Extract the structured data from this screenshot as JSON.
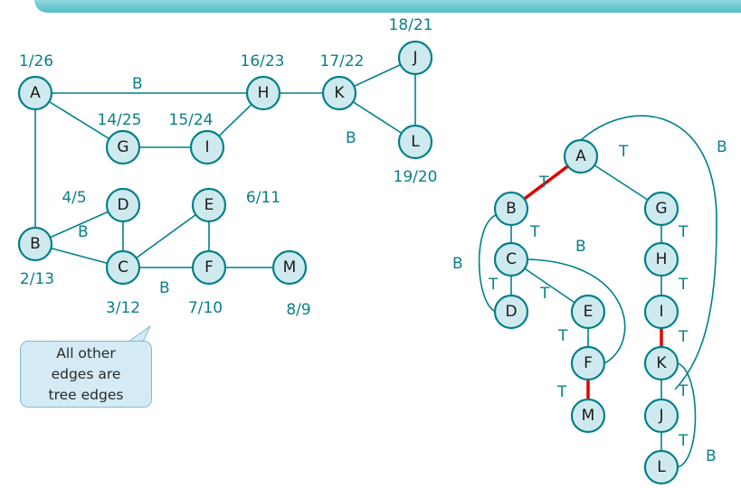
{
  "graph": {
    "nodes": [
      {
        "id": "A",
        "time": "1/26"
      },
      {
        "id": "H",
        "time": "16/23"
      },
      {
        "id": "K",
        "time": "17/22"
      },
      {
        "id": "J",
        "time": "18/21"
      },
      {
        "id": "L",
        "time": "19/20"
      },
      {
        "id": "G",
        "time": "14/25"
      },
      {
        "id": "I",
        "time": "15/24"
      },
      {
        "id": "D",
        "time": "4/5"
      },
      {
        "id": "E",
        "time": "6/11"
      },
      {
        "id": "B",
        "time": "2/13"
      },
      {
        "id": "C",
        "time": "3/12"
      },
      {
        "id": "F",
        "time": "7/10"
      },
      {
        "id": "M",
        "time": "8/9"
      }
    ],
    "edge_labels": [
      "B",
      "B",
      "B",
      "B"
    ]
  },
  "tree": {
    "nodes": [
      "A",
      "B",
      "C",
      "D",
      "E",
      "F",
      "M",
      "G",
      "H",
      "I",
      "K",
      "J",
      "L"
    ],
    "labels": [
      "T",
      "B",
      "T",
      "T",
      "B",
      "B",
      "T",
      "T",
      "T",
      "T",
      "T",
      "T",
      "T",
      "T",
      "T",
      "T",
      "B"
    ]
  },
  "callout": {
    "line1": "All other",
    "line2": "edges are",
    "line3": "tree edges"
  },
  "colors": {
    "node_fill": "#cfeaef",
    "node_stroke": "#00808a",
    "label_text": "#0a7f8a",
    "highlight_edge": "#e00000",
    "callout_fill": "#d4eaf4"
  }
}
